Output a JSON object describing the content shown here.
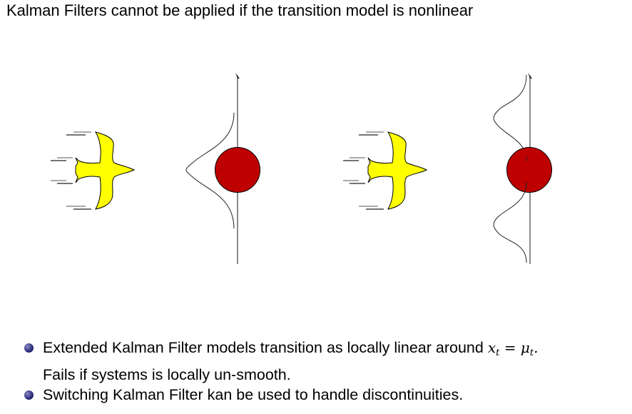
{
  "slide": {
    "title": "Kalman Filters cannot be applied if the transition model is nonlinear",
    "bullets": [
      {
        "line1": "Extended Kalman Filter models transition as locally linear around ",
        "math_lhs": "x",
        "math_lhs_sub": "t",
        "math_eq": " = ",
        "math_rhs": "μ",
        "math_rhs_sub": "t",
        "math_end": ".",
        "line2": "Fails if systems is locally un-smooth."
      },
      {
        "line1": "Switching Kalman Filter kan be used to handle discontinuities."
      }
    ]
  },
  "colors": {
    "bird": "#ffff00",
    "ball": "#bf0000",
    "bullet": "#2a2a7a"
  }
}
